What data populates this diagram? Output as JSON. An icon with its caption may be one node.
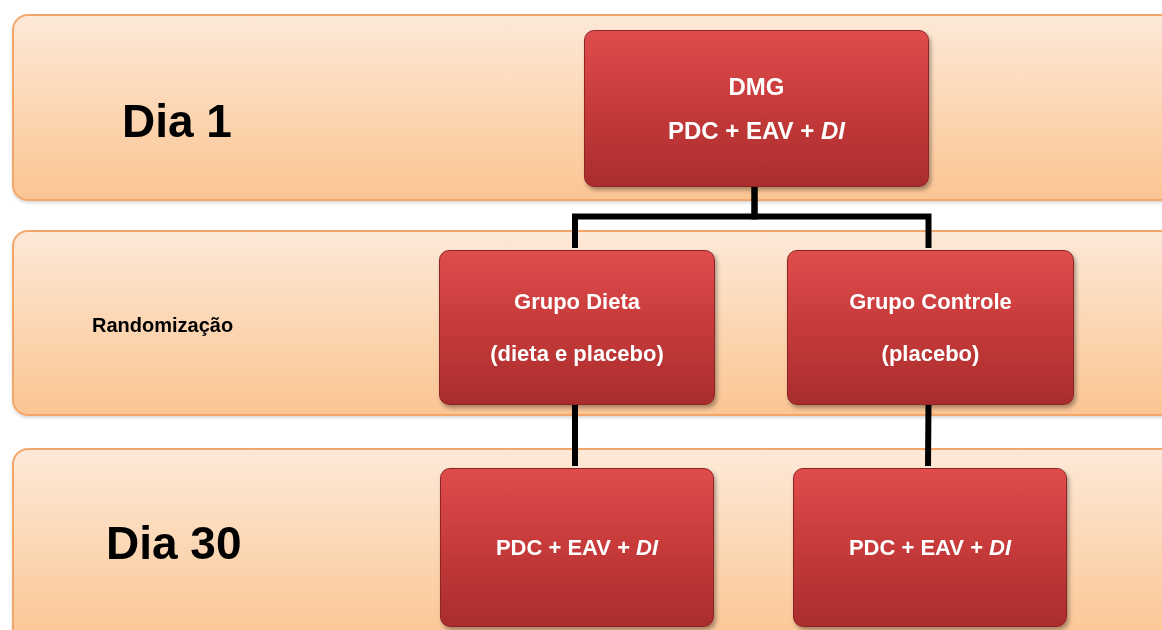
{
  "diagram": {
    "nodes": [
      {
        "text": [
          "Dia 1"
        ]
      },
      {
        "text": [
          "DMG",
          "PDC + EAV + *DI*"
        ],
        "in": 0
      },
      {
        "text": [
          "Randomização"
        ]
      },
      {
        "text": [
          "Grupo Dieta",
          "(dieta e placebo)"
        ],
        "in": 2
      },
      {
        "text": [
          "Grupo Controle",
          "(placebo)"
        ],
        "in": 2
      },
      {
        "text": [
          "Dia 30"
        ]
      },
      {
        "text": [
          "PDC + EAV + *DI*"
        ],
        "in": 5
      },
      {
        "text": [
          "PDC + EAV + *DI*"
        ],
        "in": 5
      }
    ],
    "edges": [
      {
        "from": 1,
        "to": 3,
        "arrow": "none"
      },
      {
        "from": 1,
        "to": 4,
        "arrow": "none"
      },
      {
        "from": 3,
        "to": 6,
        "arrow": "none"
      },
      {
        "from": 4,
        "to": 7,
        "arrow": "none"
      }
    ]
  }
}
